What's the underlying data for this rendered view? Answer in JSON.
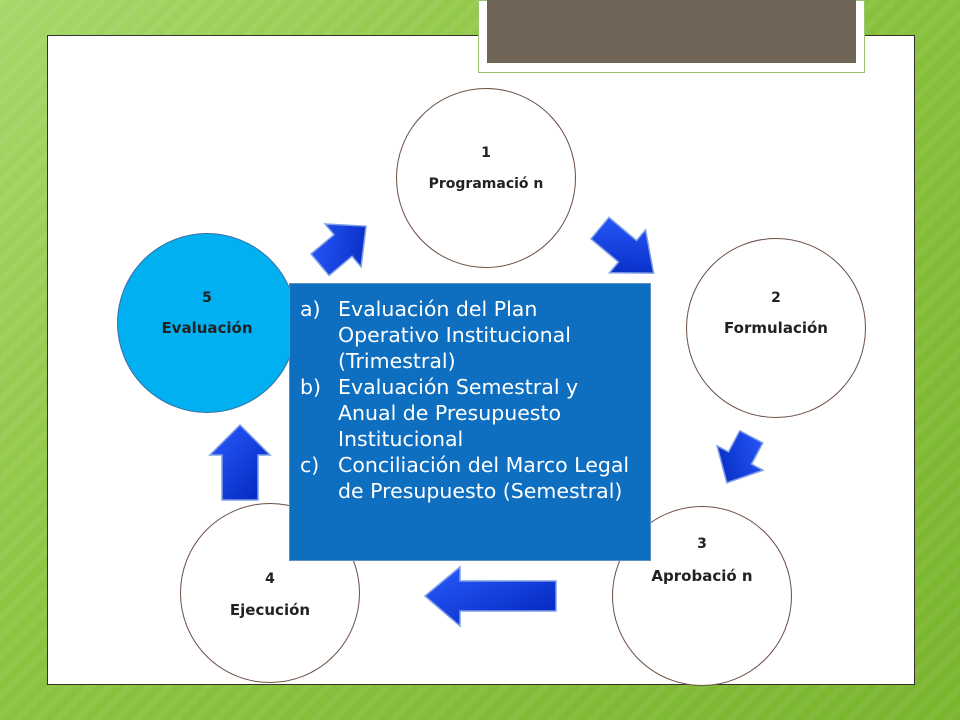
{
  "diagram": {
    "stages": [
      {
        "number": "1",
        "label": "Programació n"
      },
      {
        "number": "2",
        "label": "Formulación"
      },
      {
        "number": "3",
        "label": "Aprobació n"
      },
      {
        "number": "4",
        "label": "Ejecución"
      },
      {
        "number": "5",
        "label": "Evaluación"
      }
    ],
    "active_stage_color": "#00b0f0",
    "arrow_color": "#0033cc",
    "info_box": {
      "color": "#0e6fc1",
      "items": [
        {
          "letter": "a)",
          "text": "Evaluación del Plan Operativo Institucional (Trimestral)"
        },
        {
          "letter": "b)",
          "text": "Evaluación Semestral y Anual de Presupuesto Institucional"
        },
        {
          "letter": "c)",
          "text": "Conciliación del Marco Legal de Presupuesto (Semestral)"
        }
      ]
    }
  }
}
